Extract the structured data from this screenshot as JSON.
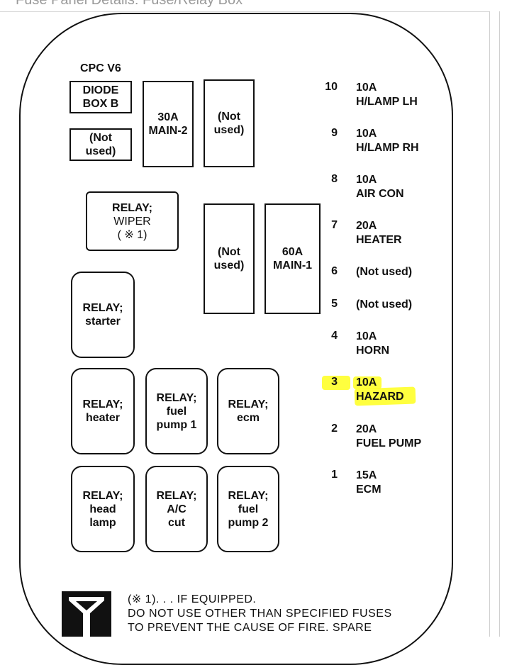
{
  "header": {
    "title": "Fuse Panel Details: Fuse/Relay Box"
  },
  "panel": {
    "cpc_label": "CPC V6",
    "components": {
      "diode_box": "DIODE\nBOX B",
      "not_used_small": "(Not\nused)",
      "main2": "30A\nMAIN-2",
      "not_used_top": "(Not\nused)",
      "relay_wiper": "RELAY;",
      "relay_wiper_sub": "WIPER\n( ※ 1)",
      "not_used_mid": "(Not\nused)",
      "main1": "60A\nMAIN-1",
      "relay_starter": "RELAY;\nstarter",
      "relay_heater": "RELAY;\nheater",
      "relay_fuel_pump_1": "RELAY;\nfuel\npump 1",
      "relay_ecm": "RELAY;\necm",
      "relay_head_lamp": "RELAY;\nhead\nlamp",
      "relay_ac_cut": "RELAY;\nA/C\ncut",
      "relay_fuel_pump_2": "RELAY;\nfuel\npump 2"
    }
  },
  "fuses": [
    {
      "num": "10",
      "value": "10A\nH/LAMP LH"
    },
    {
      "num": "9",
      "value": "10A\nH/LAMP RH"
    },
    {
      "num": "8",
      "value": "10A\nAIR CON"
    },
    {
      "num": "7",
      "value": "20A\nHEATER"
    },
    {
      "num": "6",
      "value": "(Not used)"
    },
    {
      "num": "5",
      "value": "(Not used)"
    },
    {
      "num": "4",
      "value": "10A\nHORN"
    },
    {
      "num": "3",
      "value": "10A\nHAZARD"
    },
    {
      "num": "2",
      "value": "20A\nFUEL PUMP"
    },
    {
      "num": "1",
      "value": "15A\nECM"
    }
  ],
  "highlight": {
    "color": "#ffff2a",
    "fuse_num": "3"
  },
  "footer": {
    "note": "(※ 1). . . IF EQUIPPED.\nDO NOT USE OTHER THAN SPECIFIED FUSES\nTO PREVENT THE CAUSE OF FIRE. SPARE"
  }
}
